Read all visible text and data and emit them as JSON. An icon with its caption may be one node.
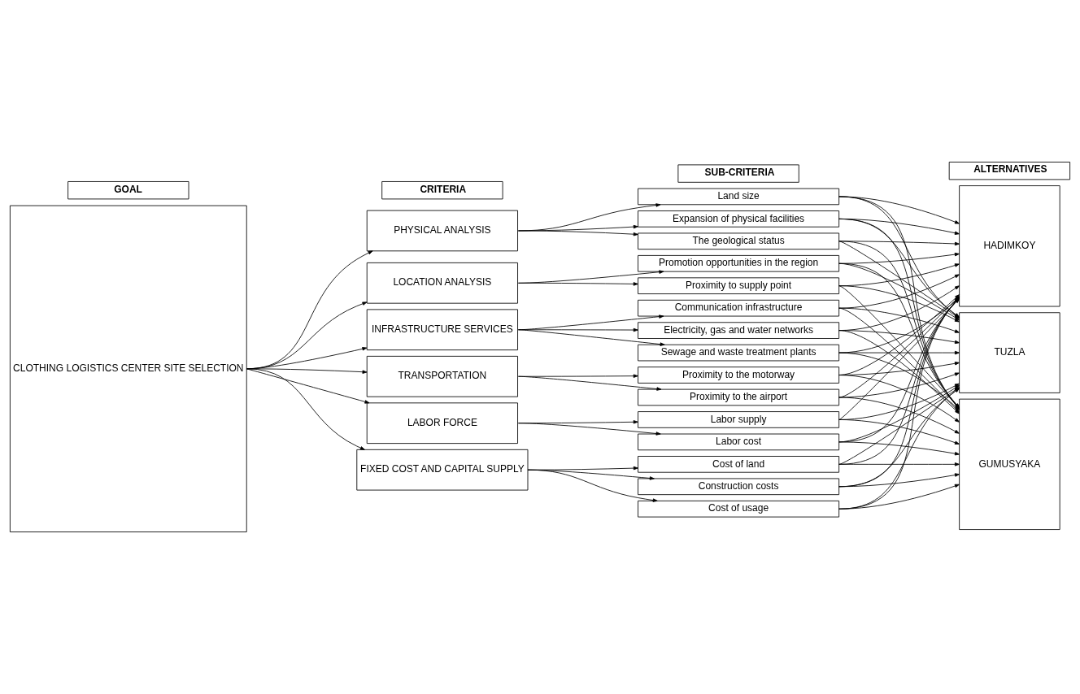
{
  "diagram": {
    "nodes": [
      {
        "text": [
          "GOAL"
        ]
      },
      {
        "text": [
          "CRITERIA"
        ]
      },
      {
        "text": [
          "SUB-CRITERIA"
        ]
      },
      {
        "text": [
          "ALTERNATIVES"
        ]
      },
      {
        "text": [
          "CLOTHING LOGISTICS CENTER SITE SELECTION"
        ]
      },
      {
        "text": [
          "PHYSICAL ANALYSIS"
        ]
      },
      {
        "text": [
          "LOCATION ANALYSIS"
        ]
      },
      {
        "text": [
          "INFRASTRUCTURE SERVICES"
        ]
      },
      {
        "text": [
          "TRANSPORTATION"
        ]
      },
      {
        "text": [
          "LABOR FORCE"
        ]
      },
      {
        "text": [
          "FIXED COST AND CAPITAL SUPPLY"
        ]
      },
      {
        "text": [
          "Land size"
        ]
      },
      {
        "text": [
          "Expansion of physical facilities"
        ]
      },
      {
        "text": [
          "The geological status"
        ]
      },
      {
        "text": [
          "Promotion opportunities in the region"
        ]
      },
      {
        "text": [
          "Proximity to supply point"
        ]
      },
      {
        "text": [
          "Communication infrastructure"
        ]
      },
      {
        "text": [
          "Electricity, gas and water networks"
        ]
      },
      {
        "text": [
          "Sewage and waste treatment plants"
        ]
      },
      {
        "text": [
          "Proximity to the motorway"
        ]
      },
      {
        "text": [
          "Proximity to the airport"
        ]
      },
      {
        "text": [
          "Labor supply"
        ]
      },
      {
        "text": [
          "Labor cost"
        ]
      },
      {
        "text": [
          "Cost of land"
        ]
      },
      {
        "text": [
          "Construction costs"
        ]
      },
      {
        "text": [
          "Cost of usage"
        ]
      },
      {
        "text": [
          "HADIMKOY"
        ]
      },
      {
        "text": [
          "TUZLA"
        ]
      },
      {
        "text": [
          "GUMUSYAKA"
        ]
      }
    ],
    "edges": [
      {
        "from": 4,
        "to": 5,
        "arrow": "to"
      },
      {
        "from": 4,
        "to": 6,
        "arrow": "to"
      },
      {
        "from": 4,
        "to": 7,
        "arrow": "to"
      },
      {
        "from": 4,
        "to": 8,
        "arrow": "to"
      },
      {
        "from": 4,
        "to": 9,
        "arrow": "to"
      },
      {
        "from": 4,
        "to": 10,
        "arrow": "to"
      },
      {
        "from": 5,
        "to": 11,
        "arrow": "to"
      },
      {
        "from": 5,
        "to": 12,
        "arrow": "to"
      },
      {
        "from": 5,
        "to": 13,
        "arrow": "to"
      },
      {
        "from": 6,
        "to": 14,
        "arrow": "to"
      },
      {
        "from": 6,
        "to": 15,
        "arrow": "to"
      },
      {
        "from": 7,
        "to": 16,
        "arrow": "to"
      },
      {
        "from": 7,
        "to": 17,
        "arrow": "to"
      },
      {
        "from": 7,
        "to": 18,
        "arrow": "to"
      },
      {
        "from": 8,
        "to": 19,
        "arrow": "to"
      },
      {
        "from": 8,
        "to": 20,
        "arrow": "to"
      },
      {
        "from": 9,
        "to": 21,
        "arrow": "to"
      },
      {
        "from": 9,
        "to": 22,
        "arrow": "to"
      },
      {
        "from": 10,
        "to": 23,
        "arrow": "to"
      },
      {
        "from": 10,
        "to": 24,
        "arrow": "to"
      },
      {
        "from": 10,
        "to": 25,
        "arrow": "to"
      },
      {
        "from": 11,
        "to": 26,
        "arrow": "to"
      },
      {
        "from": 11,
        "to": 27,
        "arrow": "to"
      },
      {
        "from": 11,
        "to": 28,
        "arrow": "to"
      },
      {
        "from": 12,
        "to": 26,
        "arrow": "to"
      },
      {
        "from": 12,
        "to": 27,
        "arrow": "to"
      },
      {
        "from": 12,
        "to": 28,
        "arrow": "to"
      },
      {
        "from": 13,
        "to": 26,
        "arrow": "to"
      },
      {
        "from": 13,
        "to": 27,
        "arrow": "to"
      },
      {
        "from": 13,
        "to": 28,
        "arrow": "to"
      },
      {
        "from": 14,
        "to": 26,
        "arrow": "to"
      },
      {
        "from": 14,
        "to": 27,
        "arrow": "to"
      },
      {
        "from": 14,
        "to": 28,
        "arrow": "to"
      },
      {
        "from": 15,
        "to": 26,
        "arrow": "to"
      },
      {
        "from": 15,
        "to": 27,
        "arrow": "to"
      },
      {
        "from": 15,
        "to": 28,
        "arrow": "to"
      },
      {
        "from": 16,
        "to": 26,
        "arrow": "to"
      },
      {
        "from": 16,
        "to": 27,
        "arrow": "to"
      },
      {
        "from": 16,
        "to": 28,
        "arrow": "to"
      },
      {
        "from": 17,
        "to": 26,
        "arrow": "to"
      },
      {
        "from": 17,
        "to": 27,
        "arrow": "to"
      },
      {
        "from": 17,
        "to": 28,
        "arrow": "to"
      },
      {
        "from": 18,
        "to": 26,
        "arrow": "to"
      },
      {
        "from": 18,
        "to": 27,
        "arrow": "to"
      },
      {
        "from": 18,
        "to": 28,
        "arrow": "to"
      },
      {
        "from": 19,
        "to": 26,
        "arrow": "to"
      },
      {
        "from": 19,
        "to": 27,
        "arrow": "to"
      },
      {
        "from": 19,
        "to": 28,
        "arrow": "to"
      },
      {
        "from": 20,
        "to": 26,
        "arrow": "to"
      },
      {
        "from": 20,
        "to": 27,
        "arrow": "to"
      },
      {
        "from": 20,
        "to": 28,
        "arrow": "to"
      },
      {
        "from": 21,
        "to": 26,
        "arrow": "to"
      },
      {
        "from": 21,
        "to": 27,
        "arrow": "to"
      },
      {
        "from": 21,
        "to": 28,
        "arrow": "to"
      },
      {
        "from": 22,
        "to": 26,
        "arrow": "to"
      },
      {
        "from": 22,
        "to": 27,
        "arrow": "to"
      },
      {
        "from": 22,
        "to": 28,
        "arrow": "to"
      },
      {
        "from": 23,
        "to": 26,
        "arrow": "to"
      },
      {
        "from": 23,
        "to": 27,
        "arrow": "to"
      },
      {
        "from": 23,
        "to": 28,
        "arrow": "to"
      },
      {
        "from": 24,
        "to": 26,
        "arrow": "to"
      },
      {
        "from": 24,
        "to": 27,
        "arrow": "to"
      },
      {
        "from": 24,
        "to": 28,
        "arrow": "to"
      },
      {
        "from": 25,
        "to": 26,
        "arrow": "to"
      },
      {
        "from": 25,
        "to": 27,
        "arrow": "to"
      },
      {
        "from": 25,
        "to": 28,
        "arrow": "to"
      }
    ]
  }
}
